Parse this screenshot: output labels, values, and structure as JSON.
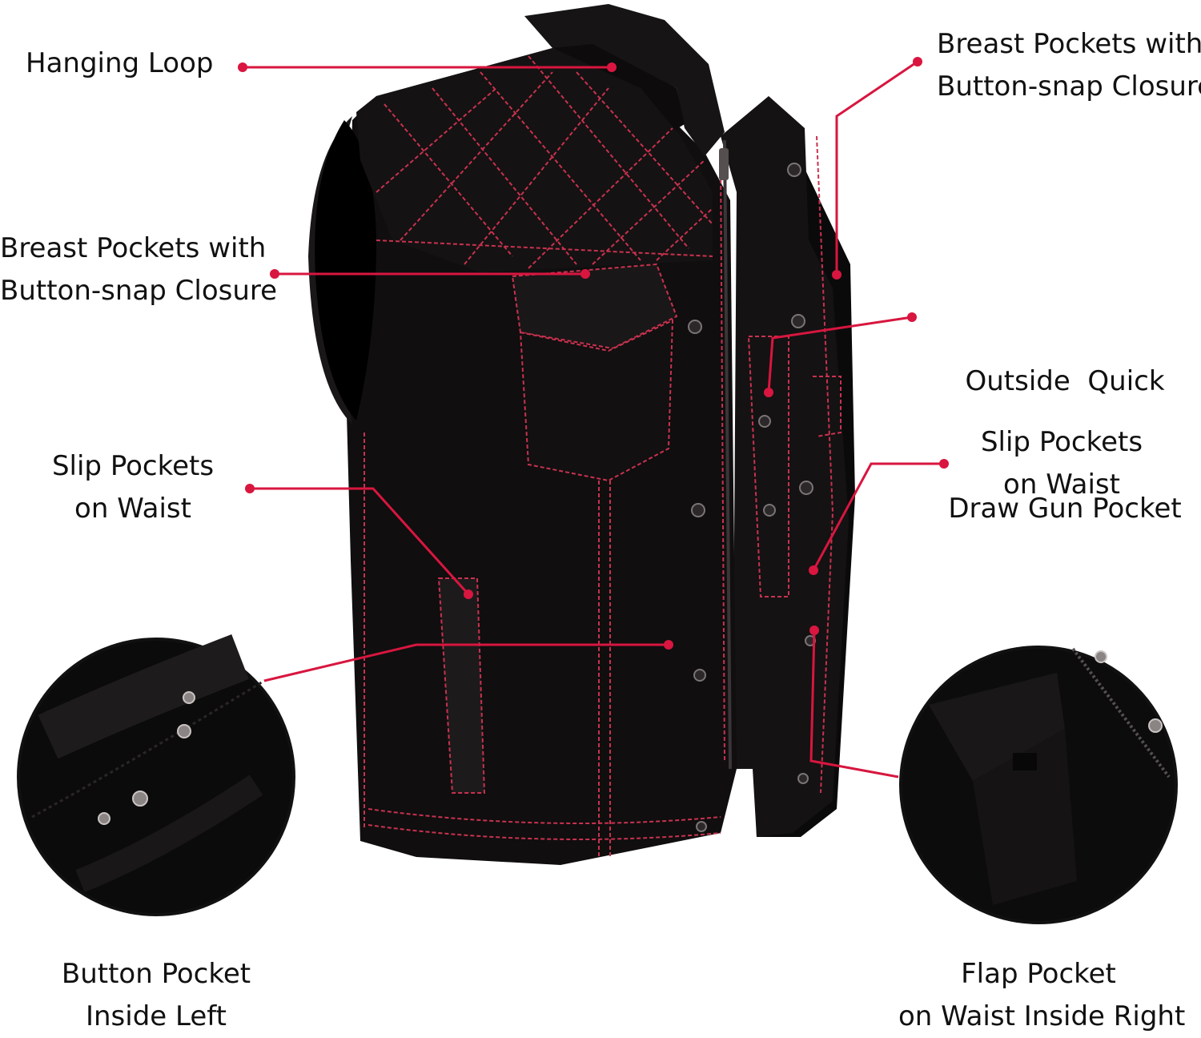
{
  "colors": {
    "accent": "#d8163f",
    "vest": "#0e0c0d",
    "stitch": "#c8324f",
    "background": "#ffffff"
  },
  "callouts": {
    "hanging_loop": {
      "lines": [
        "Hanging Loop"
      ]
    },
    "breast_pockets_right": {
      "lines": [
        "Breast Pockets with",
        "Button-snap Closure"
      ]
    },
    "breast_pockets_left": {
      "lines": [
        "Breast Pockets with",
        "Button-snap Closure"
      ]
    },
    "outside_quick_draw": {
      "lines": [
        "Outside  Quick",
        "Draw Gun Pocket"
      ]
    },
    "slip_pockets_left": {
      "lines": [
        "Slip Pockets",
        "on Waist"
      ]
    },
    "slip_pockets_right": {
      "lines": [
        "Slip Pockets",
        "on Waist"
      ]
    },
    "button_pocket": {
      "lines": [
        "Button Pocket",
        "Inside Left"
      ]
    },
    "flap_pocket": {
      "lines": [
        "Flap Pocket",
        "on Waist Inside Right"
      ]
    }
  }
}
